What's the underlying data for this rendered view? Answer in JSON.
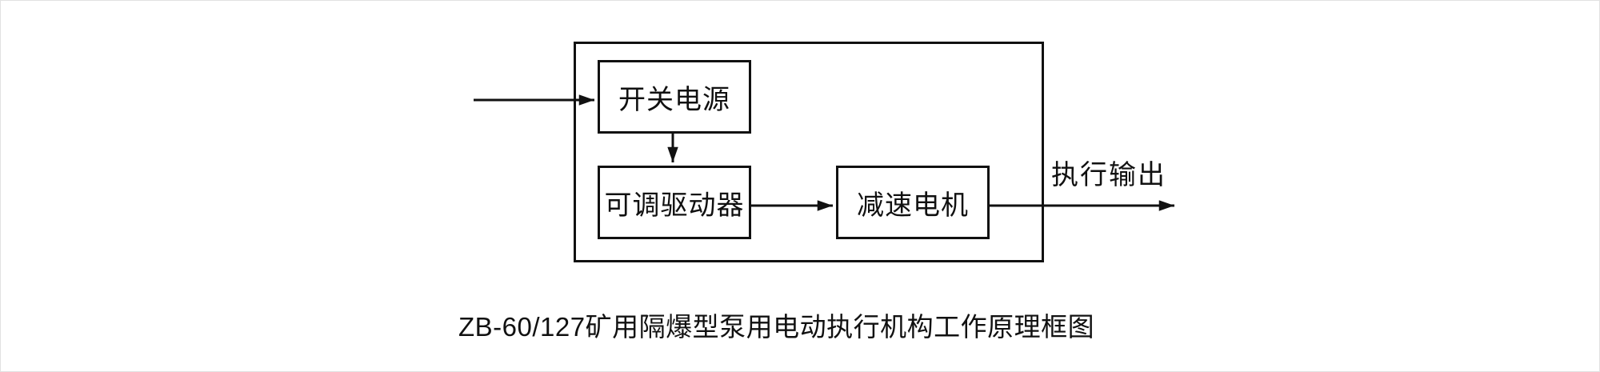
{
  "diagram": {
    "title_caption": "ZB-60/127矿用隔爆型泵用电动执行机构工作原理框图",
    "blocks": {
      "power": {
        "label": "开关电源"
      },
      "driver": {
        "label": "可调驱动器"
      },
      "motor": {
        "label": "减速电机"
      }
    },
    "output_label": "执行输出",
    "arrows": [
      {
        "name": "input-arrow",
        "from": "external-left",
        "to": "开关电源"
      },
      {
        "name": "power-to-driver-arrow",
        "from": "开关电源",
        "to": "可调驱动器"
      },
      {
        "name": "driver-to-motor-arrow",
        "from": "可调驱动器",
        "to": "减速电机"
      },
      {
        "name": "output-arrow",
        "from": "减速电机",
        "to": "external-right"
      }
    ],
    "colors": {
      "ink": "#111111",
      "background": "#ffffff"
    }
  }
}
